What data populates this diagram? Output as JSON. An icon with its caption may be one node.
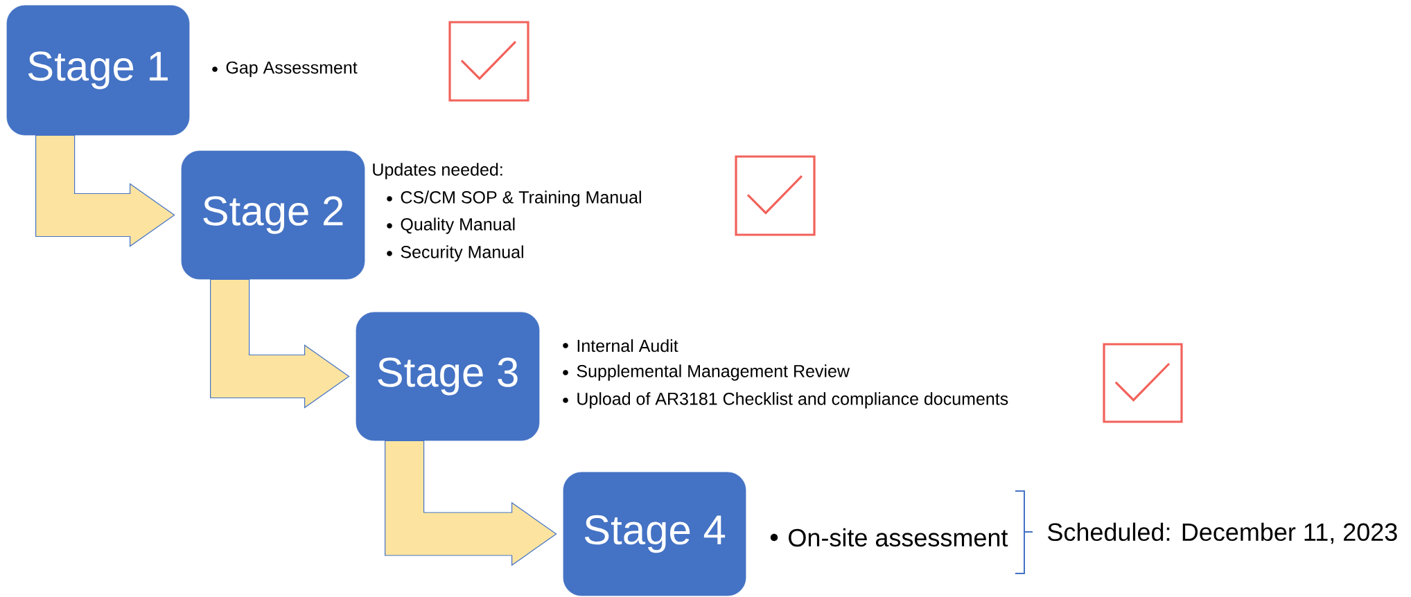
{
  "diagram": {
    "nodes": [
      {
        "text": [
          "Stage 1"
        ],
        "beside": [
          "Gap Assessment"
        ]
      },
      {
        "text": [
          "Stage 2"
        ],
        "beside": [
          "Updates needed:",
          "CS/CM SOP & Training Manual",
          "Quality Manual",
          "Security Manual"
        ]
      },
      {
        "text": [
          "Stage 3"
        ],
        "beside": [
          "Internal Audit",
          "Supplemental Management Review",
          "Upload of AR3181 Checklist and compliance documents"
        ]
      },
      {
        "text": [
          "Stage 4"
        ],
        "beside": [
          "On-site assessment"
        ]
      }
    ],
    "edges": [
      {
        "from": 0,
        "to": 1,
        "arrow": "to"
      },
      {
        "from": 1,
        "to": 2,
        "arrow": "to"
      },
      {
        "from": 2,
        "to": 3,
        "arrow": "to"
      }
    ],
    "labels": [
      "Scheduled:  December 11, 2023"
    ]
  }
}
